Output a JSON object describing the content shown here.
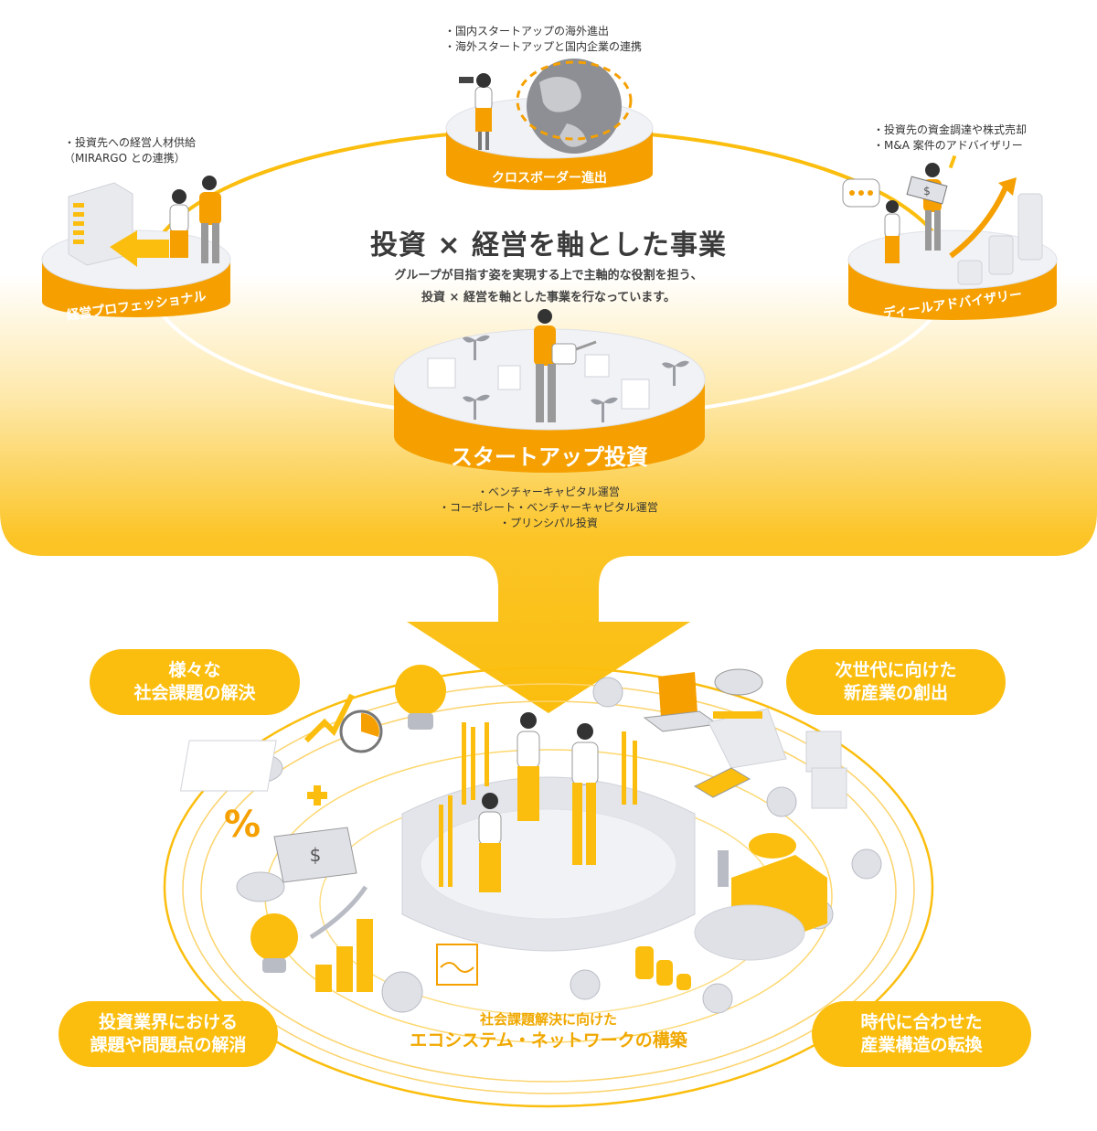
{
  "colors": {
    "accent": "#fbbe0e",
    "accent_dark": "#f0a000",
    "orange": "#f5a000",
    "platform": "#f1f2f6",
    "gray": "#b9bcc4",
    "text": "#3a3a3a"
  },
  "header": {
    "title": "投資 × 経営を軸とした事業",
    "subtitle_lines": [
      "グループが目指す姿を実現する上で主軸的な役割を担う、",
      "投資 × 経営を軸とした事業を行なっています。"
    ]
  },
  "platforms": {
    "crossborder": {
      "label": "クロスボーダー進出",
      "bullets": [
        "・国内スタートアップの海外進出",
        "・海外スタートアップと国内企業の連携"
      ]
    },
    "management": {
      "label": "経営プロフェッショナル",
      "bullets": [
        "・投資先への経営人材供給",
        "（MIRARGO との連携）"
      ]
    },
    "deal": {
      "label": "ディールアドバイザリー",
      "bullets": [
        "・投資先の資金調達や株式売却",
        "・M&A 案件のアドバイザリー"
      ]
    },
    "startup": {
      "label": "スタートアップ投資",
      "bullets": [
        "・ベンチャーキャピタル運営",
        "・コーポレート・ベンチャーキャピタル運営",
        "・プリンシパル投資"
      ]
    }
  },
  "outcomes": {
    "top_left": [
      "様々な",
      "社会課題の解決"
    ],
    "top_right": [
      "次世代に向けた",
      "新産業の創出"
    ],
    "bottom_left": [
      "投資業界における",
      "課題や問題点の解消"
    ],
    "bottom_right": [
      "時代に合わせた",
      "産業構造の転換"
    ]
  },
  "ecosystem": {
    "lines": [
      "社会課題解決に向けた",
      "エコシステム・ネットワークの構築"
    ]
  },
  "icons": [
    "globe-icon",
    "building-icon",
    "arrow-icon",
    "chat-bubble-icon",
    "chart-arrow-icon",
    "sprout-icon",
    "watering-can-icon",
    "lightbulb-icon",
    "coin-icon",
    "banknote-icon",
    "percent-icon",
    "gear-icon",
    "laptop-icon",
    "cloud-icon",
    "factory-icon",
    "smartphone-icon",
    "server-icon",
    "bar-chart-icon",
    "robot-arm-icon"
  ]
}
